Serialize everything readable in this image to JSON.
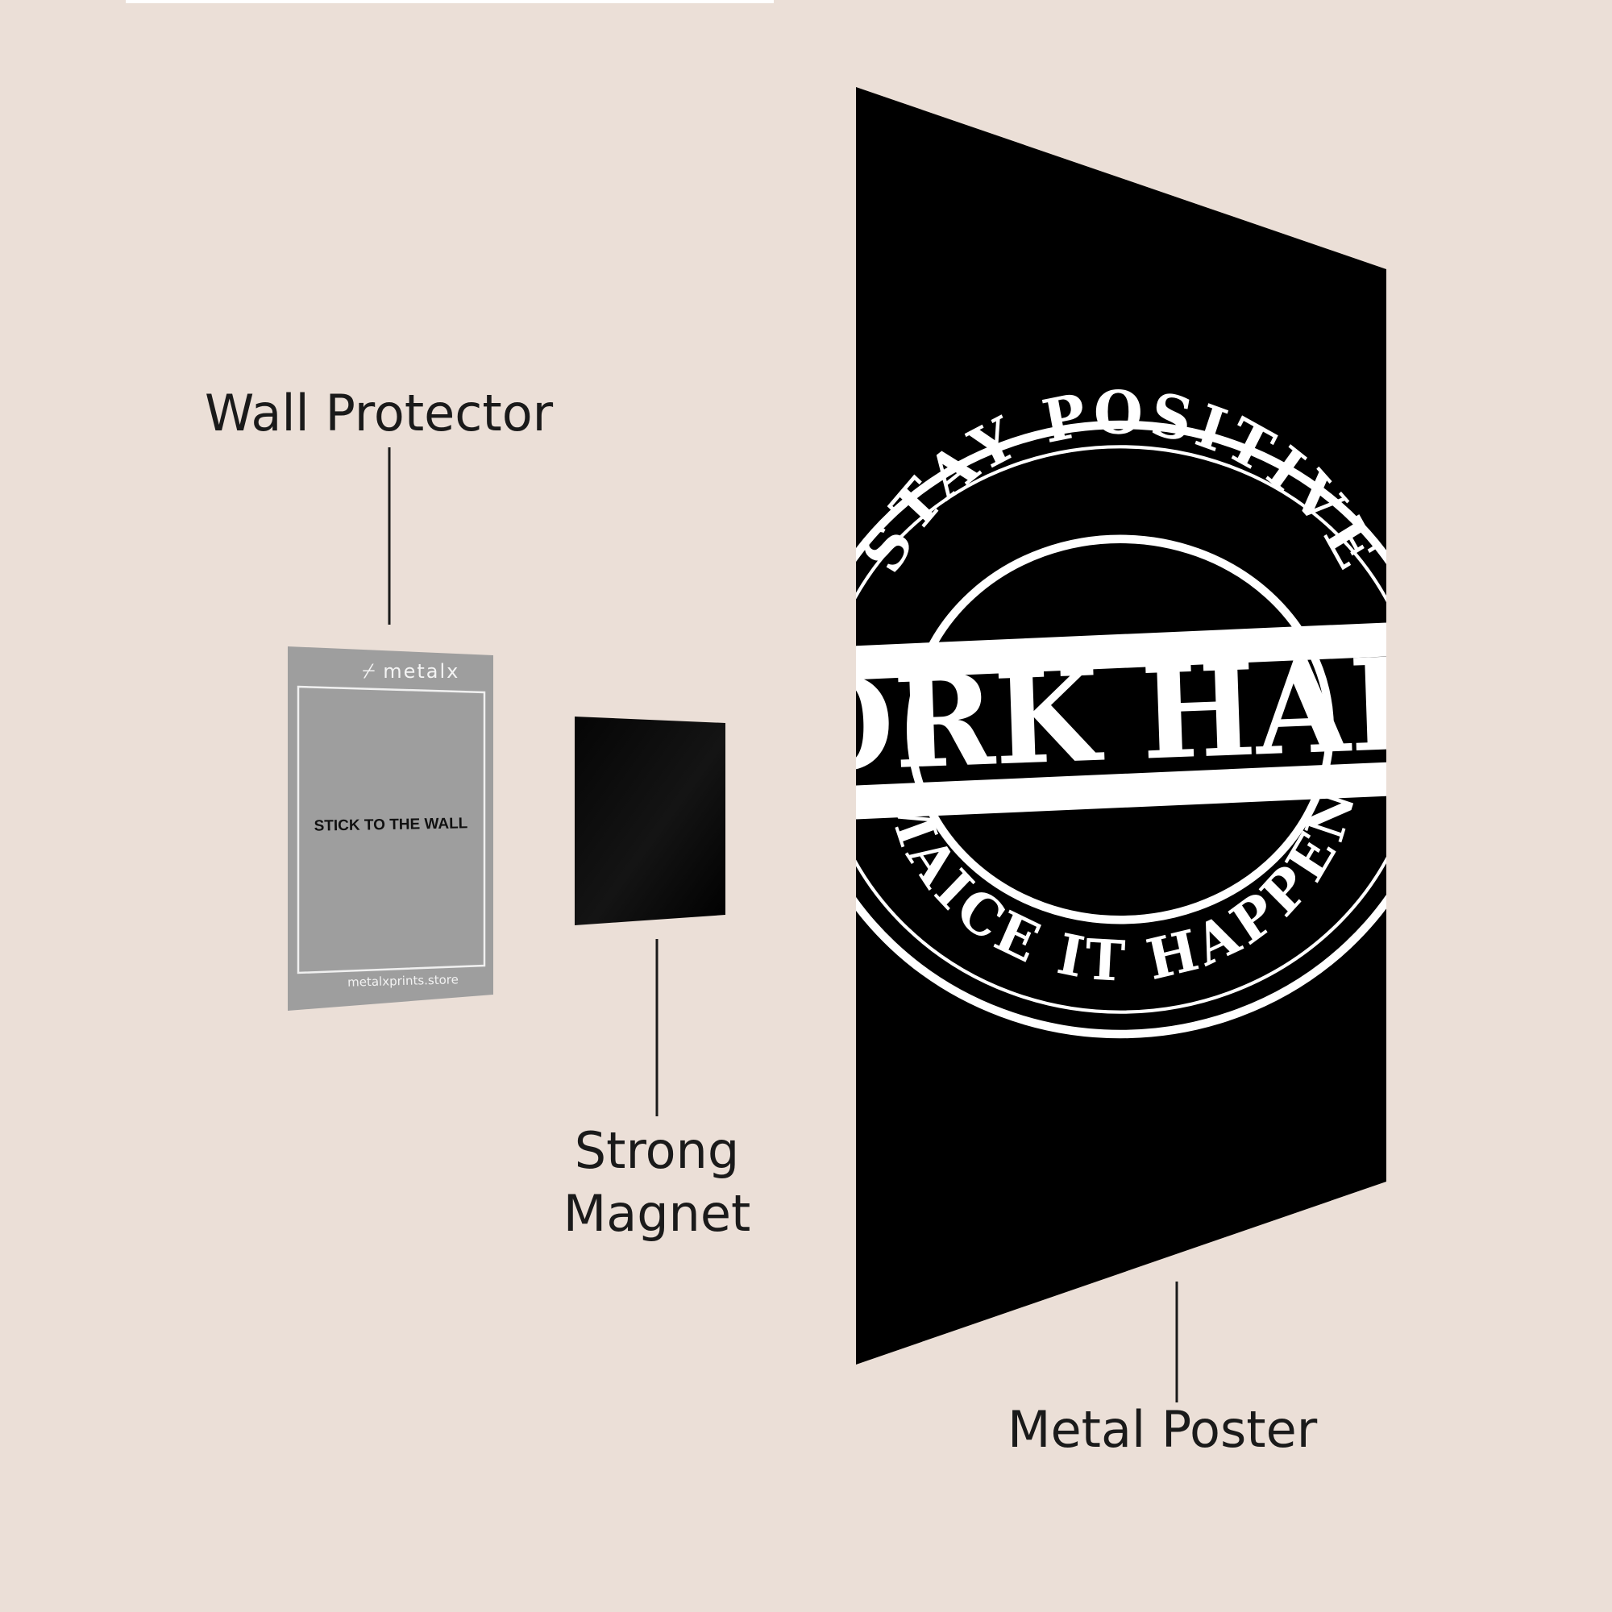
{
  "labels": {
    "wall_protector": "Wall Protector",
    "strong_magnet_line1": "Strong",
    "strong_magnet_line2": "Magnet",
    "metal_poster": "Metal Poster"
  },
  "protector": {
    "brand": "metalx",
    "main_text": "STICK TO THE WALL",
    "url": "metalxprints.store"
  },
  "poster": {
    "arc_top": "STAY POSITIVE",
    "center": "WORK HARD",
    "arc_bottom": "MAICE IT HAPPEN"
  },
  "colors": {
    "background": "#ebdfd7",
    "protector": "#9e9e9e",
    "magnet": "#000000",
    "poster": "#000000",
    "text": "#1a1a1a"
  }
}
